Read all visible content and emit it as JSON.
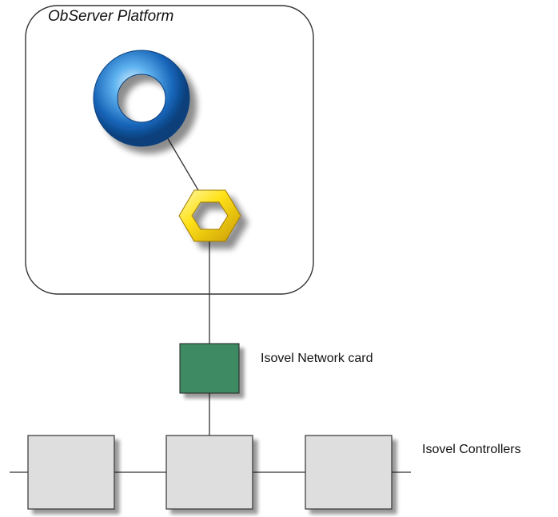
{
  "platform": {
    "title": "ObServer Platform"
  },
  "network_card": {
    "label": "Isovel Network card"
  },
  "controllers": {
    "label": "Isovel Controllers",
    "count": 3
  },
  "colors": {
    "torus_blue": "#1a6fc4",
    "hex_yellow": "#f2cd00",
    "network_card_green": "#3d8a63",
    "controller_fill": "#dedede",
    "line": "#333333"
  }
}
